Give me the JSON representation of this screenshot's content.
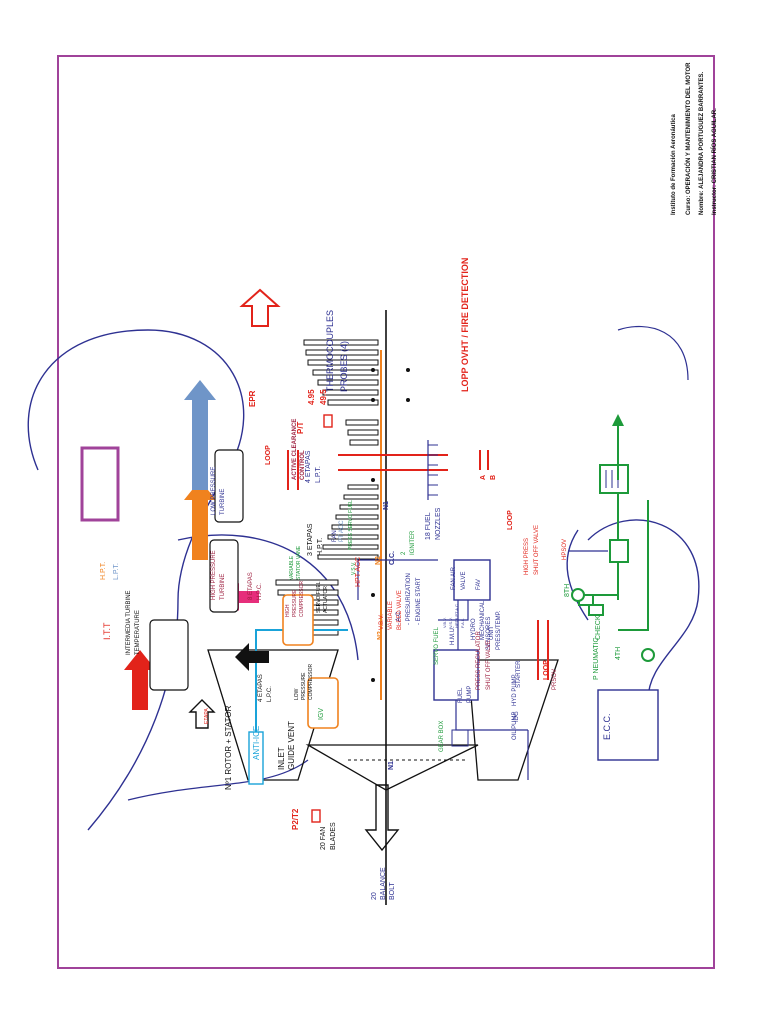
{
  "colors": {
    "frame": "#a0439a",
    "red": "#e2231a",
    "blue": "#2e3192",
    "green": "#1d9a3a",
    "orange": "#f0821e",
    "cyan": "#1aa3d9",
    "black": "#111111",
    "lightblue": "#6f95c8",
    "pink": "#e62e7b",
    "maroon": "#9e1f3f"
  },
  "title_block": {
    "institute": "Instituto de Formación Aeronáutica",
    "course": "Curso: OPERACIÓN Y MANTENIMIENTO DEL MOTOR",
    "name": "Nombre: ALEJANDRA PORTUGUEZ BARRANTES.",
    "instructor": "Instructor: CRISTIAN RÍOS AGUILAR."
  },
  "labels": {
    "active_clearance": [
      "ACTIVE CLEARANCE",
      "CONTROL"
    ],
    "lopp": "LOPP OVHT / FIRE DETECTION",
    "thermocouples": [
      "THERMOCOUPLES",
      "PROBES (4)"
    ],
    "pt_values": [
      "4.95",
      "49.5"
    ],
    "pt": "P/T",
    "epr": "EPR",
    "loop": "LOOP",
    "a": "A",
    "b": "B",
    "hpt": "H.P.T.",
    "lpt_small": "L.P.T.",
    "itt": "I.T.T",
    "itt_box": [
      "INTERMEDIA TURBINE",
      "TEMPERATURE"
    ],
    "hpt_box": [
      "HIGH PRESSURE",
      "TURBINE"
    ],
    "lpt_box": [
      "LOW PRESSURE",
      "TURBINE"
    ],
    "hpc_stages": [
      "8 ETAPAS",
      "H.P.C."
    ],
    "hpt_stages": [
      "3 ETAPAS",
      "H.P.T."
    ],
    "lpt_stages": [
      "4 ETAPAS",
      "L.P.T."
    ],
    "lpc_stages": [
      "4 ETAPAS",
      "L.P.C."
    ],
    "hpc_box": [
      "HIGH",
      "PRESSURE",
      "COMPRESSOR"
    ],
    "lpc_box": [
      "LOW",
      "PRESSURE",
      "COMPRESSOR"
    ],
    "etapa": "ETAPA",
    "rotor_stator": "Nº1 ROTOR + STATOR",
    "anti_ice": "ANTI-ICE",
    "inlet": [
      "INLET",
      "GUIDE VENT"
    ],
    "igv": "IGV",
    "p2t2": "P2/T2",
    "fan_blades": [
      "20 FAN",
      "BLADES"
    ],
    "balance_bolt": [
      "20",
      "BALANCE",
      "BOLT"
    ],
    "vbv": [
      "V.B.V.",
      "VARIABLE",
      "BLEED VALVE"
    ],
    "servo_fuel_actuator": [
      "SERVO FUEL",
      "ACTUATOR"
    ],
    "vsv": "V.S.V.",
    "variable_stator": [
      "VARIABLE",
      "STATOR VANE"
    ],
    "press_servo_fuel": "PRESS SERVO FUEL",
    "hpt_acc": "HPT ACC",
    "fan": "FAN",
    "pt_acc": "PT ACC",
    "cc": "C.C.",
    "n1": "N1",
    "n2": "N2",
    "igniter": [
      "2",
      "IGNITER"
    ],
    "fuel_nozzles": [
      "18 FUEL",
      "NOZZLES"
    ],
    "servo_fuel": "SERVO FUEL",
    "hmu": "H.M.U.",
    "hmu_list": [
      "V.B.V.",
      "V.S.V.",
      "HPT/LPT A.C.",
      "F.A.L."
    ],
    "hydro": [
      "HYDRO",
      "MECHANICAL",
      "UNIT"
    ],
    "fuel_pump": [
      "FUEL",
      "PUMP"
    ],
    "gear_box": "GEAR BOX",
    "oil_pump": "OIL PUMP",
    "ids": "IDG",
    "hyd_pump": "HYD PUMP",
    "starter": "STARTER",
    "ecc": "E.C.C.",
    "eighth": "8TH",
    "fourth": "4TH",
    "hpsov": "HPSOV",
    "high_press_sov": [
      "HIGH PRESS",
      "SHUT OFF VALVE"
    ],
    "check": "CHECK",
    "p_neumatic": "P NEUMATIC",
    "fav": "FAV",
    "fan_air_valve": [
      "FAN AIR",
      "VALVE"
    ],
    "sensores": [
      "SENSORES",
      "PRESS/TEMP."
    ],
    "press_regulator": [
      "PRESS REGULATOR",
      "SHUT OFF VALVE"
    ],
    "prsov": "PRSOV",
    "ac_list": [
      "- A.C.",
      "- PRESURIZATION",
      "- ENGINE START"
    ]
  }
}
